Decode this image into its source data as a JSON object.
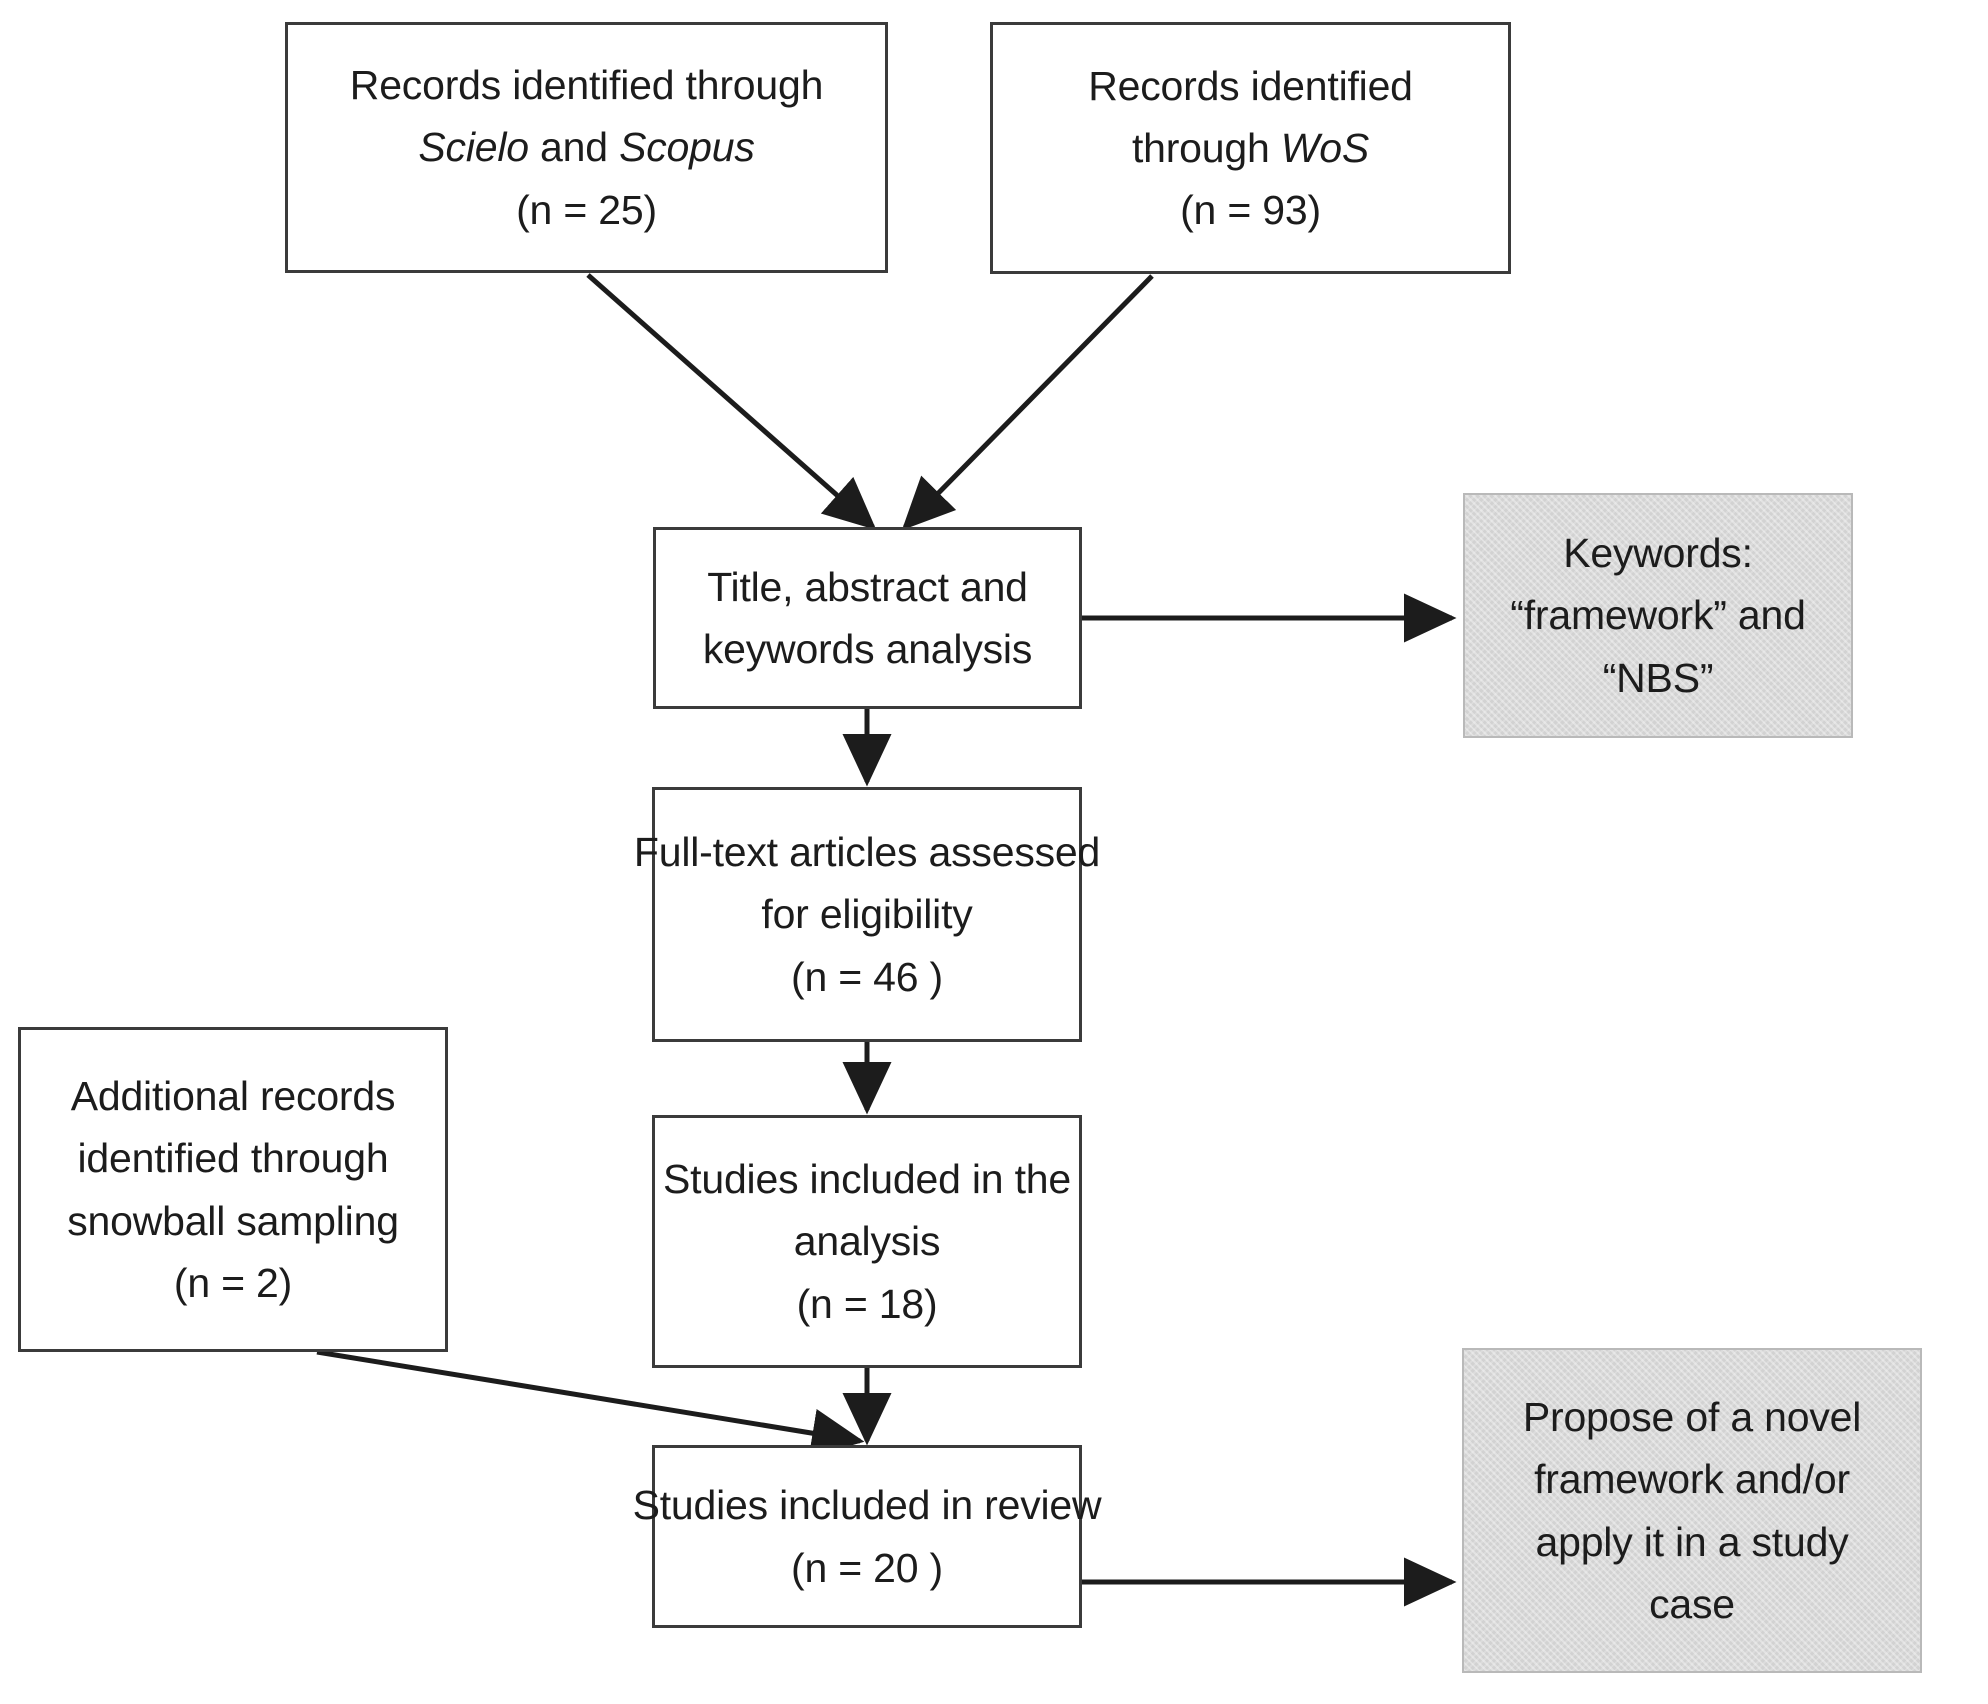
{
  "diagram": {
    "title": "PRISMA study selection flow diagram",
    "colors": {
      "box_border": "#3b3b3b",
      "box_fill": "#ffffff",
      "note_fill": "#d2d2d2",
      "note_border": "#b9b9b9",
      "text": "#1c1c1c",
      "connector": "#1c1c1c"
    },
    "nodes": [
      {
        "id": "records-scielo-scopus",
        "type": "process",
        "lines": [
          {
            "text": "Records identified through",
            "italic": false
          },
          {
            "segments": [
              {
                "text": "Scielo",
                "italic": true
              },
              {
                "text": " and ",
                "italic": false
              },
              {
                "text": "Scopus",
                "italic": true
              }
            ]
          },
          {
            "text": "(n = 25)",
            "italic": false
          }
        ]
      },
      {
        "id": "records-wos",
        "type": "process",
        "lines": [
          {
            "text": "Records identified",
            "italic": false
          },
          {
            "segments": [
              {
                "text": "through ",
                "italic": false
              },
              {
                "text": "WoS",
                "italic": true
              }
            ]
          },
          {
            "text": "(n = 93)",
            "italic": false
          }
        ]
      },
      {
        "id": "title-abstract-keywords",
        "type": "process",
        "lines": [
          {
            "text": "Title, abstract and",
            "italic": false
          },
          {
            "text": "keywords analysis",
            "italic": false
          }
        ]
      },
      {
        "id": "keywords-note",
        "type": "note",
        "lines": [
          {
            "text": "Keywords:",
            "italic": false
          },
          {
            "text": "“framework” and",
            "italic": false
          },
          {
            "text": "“NBS”",
            "italic": false
          }
        ]
      },
      {
        "id": "full-text-eligibility",
        "type": "process",
        "lines": [
          {
            "text": "Full-text articles assessed",
            "italic": false
          },
          {
            "text": "for eligibility",
            "italic": false
          },
          {
            "text": "(n = 46 )",
            "italic": false
          }
        ]
      },
      {
        "id": "additional-records-snowball",
        "type": "process",
        "lines": [
          {
            "text": "Additional records",
            "italic": false
          },
          {
            "text": "identified through",
            "italic": false
          },
          {
            "text": "snowball sampling",
            "italic": false
          },
          {
            "text": "(n = 2)",
            "italic": false
          }
        ]
      },
      {
        "id": "studies-included-analysis",
        "type": "process",
        "lines": [
          {
            "text": "Studies included in the",
            "italic": false
          },
          {
            "text": "analysis",
            "italic": false
          },
          {
            "text": "(n = 18)",
            "italic": false
          }
        ]
      },
      {
        "id": "studies-included-review",
        "type": "process",
        "lines": [
          {
            "text": "Studies included in review",
            "italic": false
          },
          {
            "text": "(n = 20 )",
            "italic": false
          }
        ]
      },
      {
        "id": "propose-novel-framework",
        "type": "note",
        "lines": [
          {
            "text": "Propose of a novel",
            "italic": false
          },
          {
            "text": "framework and/or",
            "italic": false
          },
          {
            "text": "apply it in a study",
            "italic": false
          },
          {
            "text": "case",
            "italic": false
          }
        ]
      }
    ],
    "edges": [
      {
        "id": "edge-scielo-to-title",
        "from": "records-scielo-scopus",
        "to": "title-abstract-keywords",
        "style": "diagonal-arrow"
      },
      {
        "id": "edge-wos-to-title",
        "from": "records-wos",
        "to": "title-abstract-keywords",
        "style": "diagonal-arrow"
      },
      {
        "id": "edge-title-to-keywords-note",
        "from": "title-abstract-keywords",
        "to": "keywords-note",
        "style": "horizontal-arrow"
      },
      {
        "id": "edge-title-to-fulltext",
        "from": "title-abstract-keywords",
        "to": "full-text-eligibility",
        "style": "vertical-arrow"
      },
      {
        "id": "edge-fulltext-to-analysis",
        "from": "full-text-eligibility",
        "to": "studies-included-analysis",
        "style": "vertical-arrow"
      },
      {
        "id": "edge-analysis-to-review",
        "from": "studies-included-analysis",
        "to": "studies-included-review",
        "style": "vertical-arrow"
      },
      {
        "id": "edge-snowball-to-review",
        "from": "additional-records-snowball",
        "to": "studies-included-review",
        "style": "diagonal-arrow"
      },
      {
        "id": "edge-review-to-propose",
        "from": "studies-included-review",
        "to": "propose-novel-framework",
        "style": "horizontal-arrow"
      }
    ]
  }
}
